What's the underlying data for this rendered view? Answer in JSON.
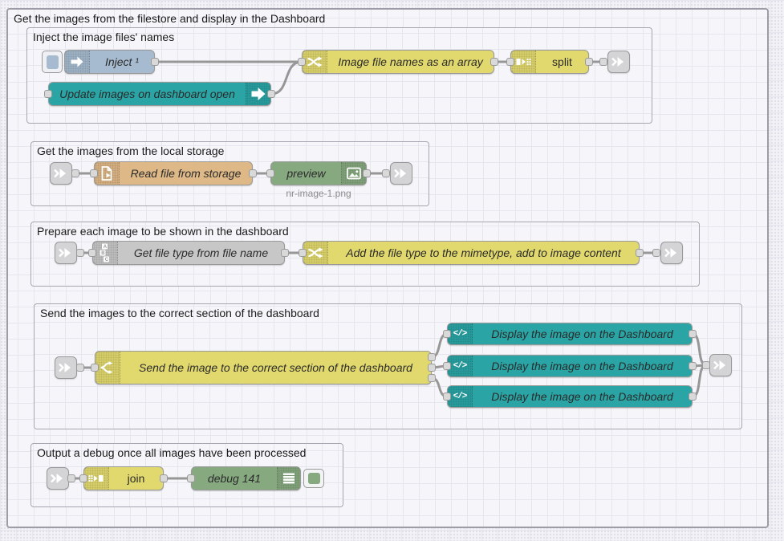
{
  "groups": {
    "outer": {
      "label": "Get the images from the filestore and display in the Dashboard"
    },
    "inject": {
      "label": "Inject the image files' names"
    },
    "storage": {
      "label": "Get the images from the local storage"
    },
    "prepare": {
      "label": "Prepare each image to be shown in the dashboard"
    },
    "send": {
      "label": "Send the images to the correct section of the dashboard"
    },
    "debug": {
      "label": "Output a debug once all images have been processed"
    }
  },
  "nodes": {
    "inject": {
      "label": "Inject ¹"
    },
    "update": {
      "label": "Update images on dashboard open"
    },
    "filenames_fn": {
      "label": "Image file names as an array"
    },
    "split": {
      "label": "split"
    },
    "read_file": {
      "label": "Read file from storage"
    },
    "preview": {
      "label": "preview",
      "caption": "nr-image-1.png"
    },
    "get_filetype": {
      "label": "Get file type from file name"
    },
    "add_mimetype": {
      "label": "Add the file type to the mimetype, add to image content"
    },
    "switch_send": {
      "label": "Send the image to the correct section of the dashboard"
    },
    "display1": {
      "label": "Display the image on the Dashboard"
    },
    "display2": {
      "label": "Display the image on the Dashboard"
    },
    "display3": {
      "label": "Display the image on the Dashboard"
    },
    "join": {
      "label": "join"
    },
    "debug": {
      "label": "debug 141"
    }
  },
  "icons": {
    "template_glyph": "</>",
    "abc": [
      "A",
      "B",
      "C"
    ]
  },
  "colors": {
    "inject": "#a6bbcf",
    "function_yellow": "#e2d96e",
    "dashboard_teal": "#2aa4a4",
    "file_tan": "#deb887",
    "green": "#87a980",
    "gray_node": "#c7c7c7",
    "wire": "#979797"
  }
}
